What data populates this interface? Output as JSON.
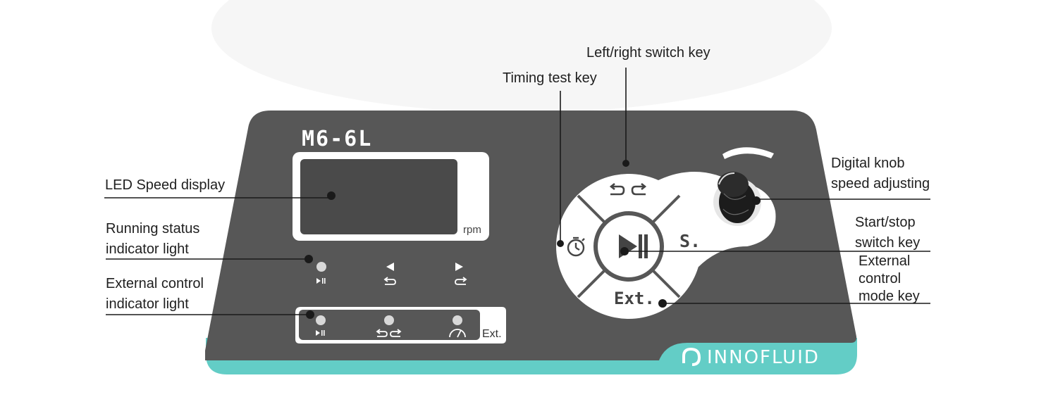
{
  "device": {
    "model": "M6-6L",
    "display_unit": "rpm",
    "ext_tag": "Ext.",
    "brand": "INNOFLUID",
    "keys": {
      "speed_mode": "S.",
      "external": "Ext."
    }
  },
  "callouts": {
    "left_right_switch": "Left/right switch key",
    "timing_test": "Timing test key",
    "led_display": "LED Speed display",
    "running_status_line1": "Running status",
    "running_status_line2": "indicator light",
    "external_control_line1": "External control",
    "external_control_line2": "indicator light",
    "knob_line1": "Digital knob",
    "knob_line2": "speed adjusting",
    "start_stop_line1": "Start/stop",
    "start_stop_line2": "switch key",
    "ext_mode_line1": "External",
    "ext_mode_line2": "control",
    "ext_mode_line3": "mode key"
  },
  "icons": [
    "play-pause-icon",
    "arrow-left-icon",
    "arrow-right-icon",
    "rotate-left-icon",
    "rotate-right-icon",
    "timer-icon",
    "gauge-icon",
    "brand-logo-icon"
  ],
  "colors": {
    "panel": "#575757",
    "accent": "#63cdc6",
    "keypad": "#ffffff",
    "led_dark": "#4a4a4a"
  }
}
